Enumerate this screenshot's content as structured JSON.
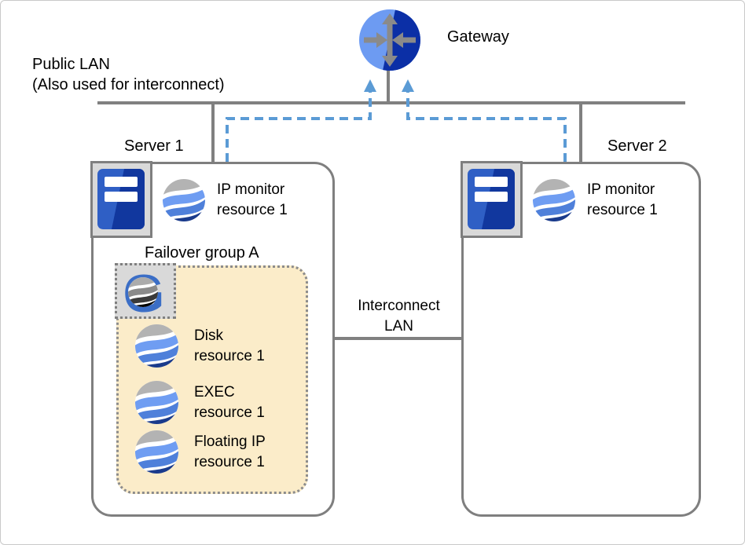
{
  "colors": {
    "line_gray": "#808080",
    "box_border_gray": "#7f7f7f",
    "dashed_blue": "#5B9BD5",
    "group_fill_beige": "#FBECC9",
    "icon_square_gray": "#d9d9d9",
    "wave_gray": "#b3b3b3",
    "wave_blue_light": "#6f9df2",
    "wave_blue_mid": "#4f80da",
    "wave_navy": "#1a3b8c",
    "gateway_light_blue": "#6D9BF2",
    "gateway_dark_blue": "#0B2FA6",
    "server_blue_light": "#2F5FC5",
    "server_blue_dark": "#11379E"
  },
  "icons": {
    "gateway": "router-icon",
    "server": "server-tower-icon",
    "resource": "wave-globe-icon",
    "cluster": "cluster-g-icon",
    "cluster_g_letter": "G"
  },
  "public_lan": {
    "line1": "Public LAN",
    "line2": "(Also used for interconnect)"
  },
  "gateway": {
    "label": "Gateway"
  },
  "interconnect": {
    "line1": "Interconnect",
    "line2": "LAN"
  },
  "server1": {
    "label": "Server 1",
    "ip_monitor": {
      "line1": "IP monitor",
      "line2": "resource 1"
    },
    "failover_group": {
      "label": "Failover group A",
      "resources": [
        {
          "line1": "Disk",
          "line2": "resource 1"
        },
        {
          "line1": "EXEC",
          "line2": "resource 1"
        },
        {
          "line1": "Floating IP",
          "line2": "resource 1"
        }
      ]
    }
  },
  "server2": {
    "label": "Server 2",
    "ip_monitor": {
      "line1": "IP monitor",
      "line2": "resource 1"
    }
  }
}
